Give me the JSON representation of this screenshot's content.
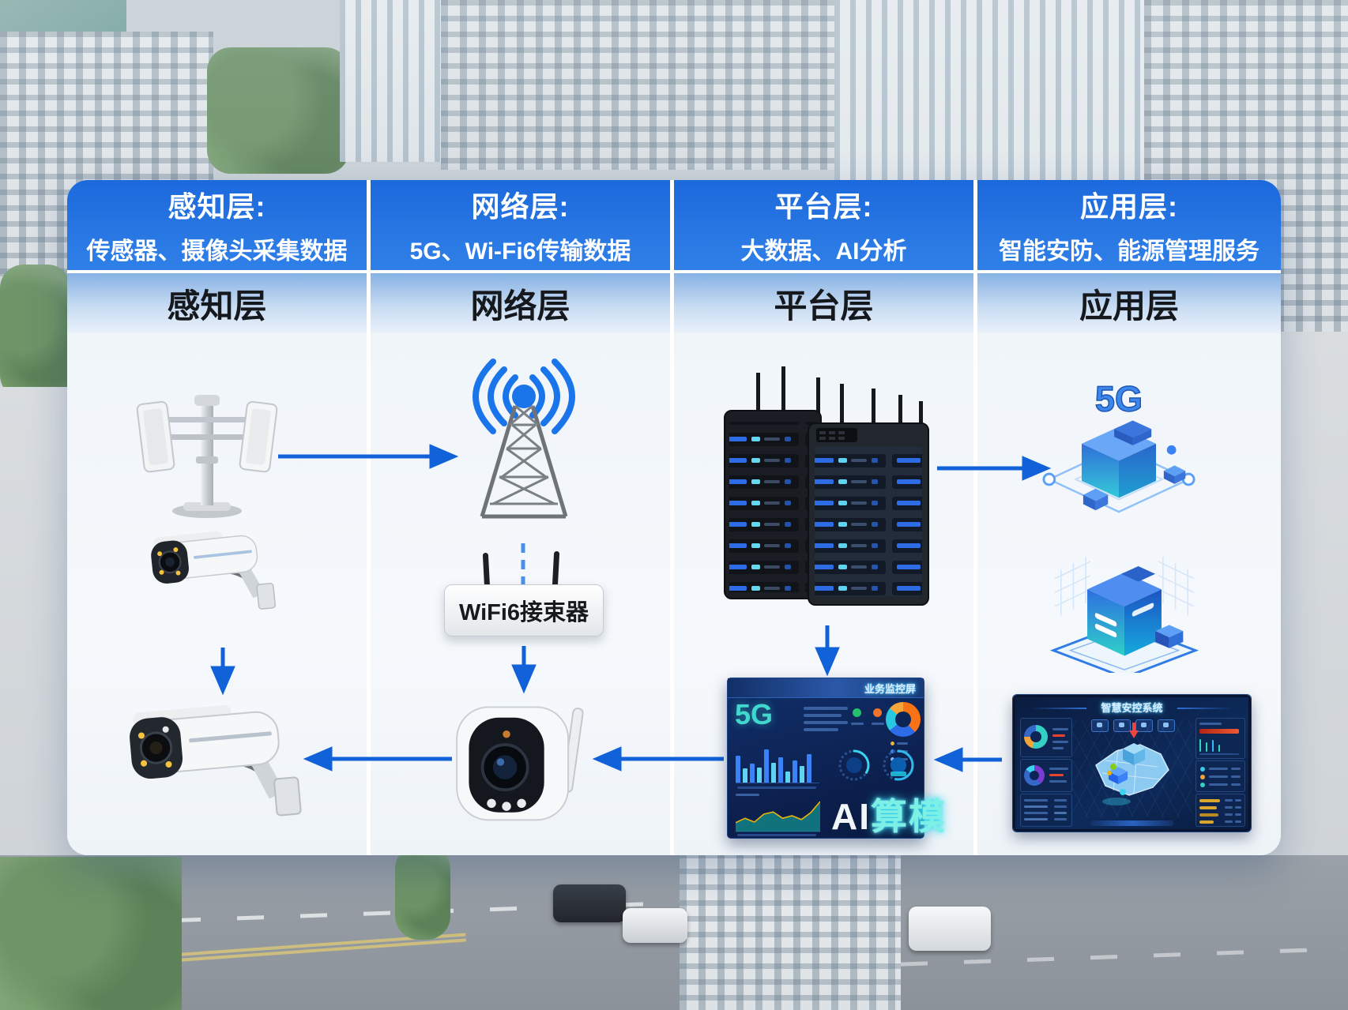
{
  "layers": {
    "columns": [
      {
        "header_line1": "感知层:",
        "header_line2": "传感器、摄像头采集数据",
        "subheader": "感知层"
      },
      {
        "header_line1": "网络层:",
        "header_line2": "5G、Wi-Fi6传输数据",
        "subheader": "网络层"
      },
      {
        "header_line1": "平台层:",
        "header_line2": "大数据、AI分析",
        "subheader": "平台层"
      },
      {
        "header_line1": "应用层:",
        "header_line2": "智能安防、能源管理服务",
        "subheader": "应用层"
      }
    ]
  },
  "network": {
    "router_label": "WiFi6接束器"
  },
  "application_icons": {
    "cube_label": "5G"
  },
  "dashboards": {
    "platform": {
      "title": "业务监控屏",
      "big_label": "5G",
      "ai": "AI",
      "model": "算模",
      "bar_values": [
        70,
        38,
        50,
        40,
        88,
        52,
        66,
        30,
        58,
        44,
        76
      ],
      "bar_colors": [
        "#3b82f6",
        "#5fd4f0"
      ],
      "donut_segments": [
        {
          "color": "#f97316",
          "pct": 38
        },
        {
          "color": "#2e6be6",
          "pct": 26
        },
        {
          "color": "#29c8e0",
          "pct": 22
        },
        {
          "color": "#f4a63b",
          "pct": 14
        }
      ],
      "area_values": [
        28,
        42,
        30,
        55,
        62,
        42,
        50,
        38,
        60,
        95
      ]
    },
    "application": {
      "title": "智慧安控系统"
    }
  },
  "colors": {
    "arrow_blue": "#1161d8",
    "header_blue": "#1c69dc",
    "accent_teal": "#41d6ce",
    "alert_red": "#e8442e",
    "warn_yellow": "#d9a72c"
  }
}
